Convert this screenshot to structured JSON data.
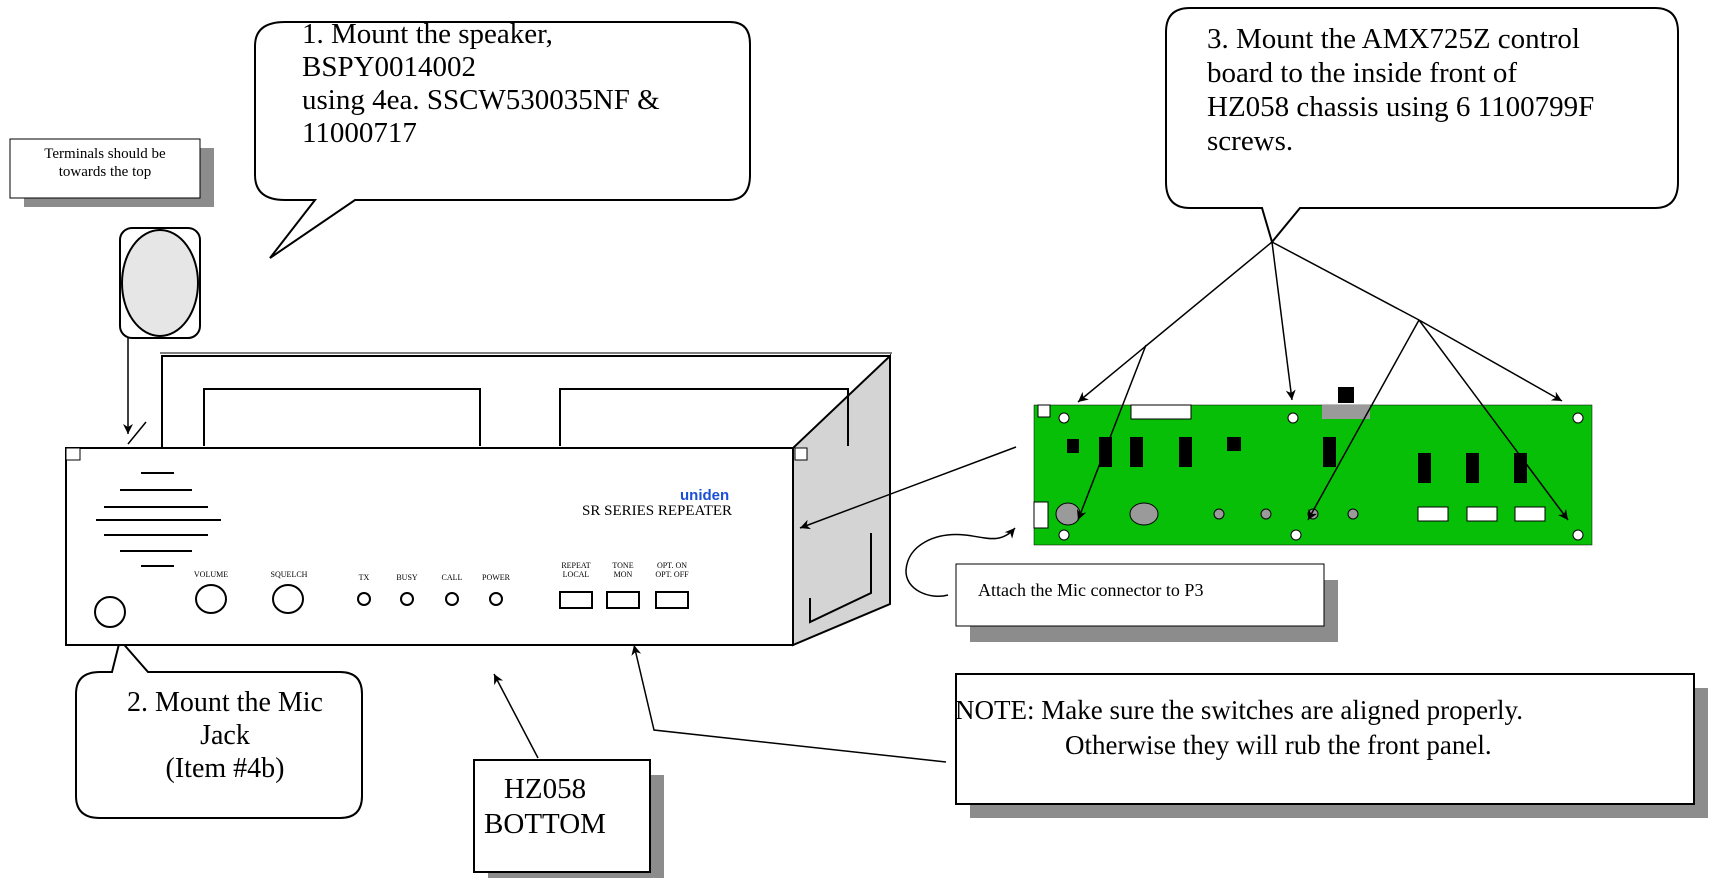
{
  "callouts": {
    "step1": [
      "1. Mount the speaker,",
      "BSPY0014002",
      "using 4ea. SSCW530035NF &",
      "11000717"
    ],
    "step2": [
      "2. Mount the Mic",
      "Jack",
      "(Item #4b)"
    ],
    "step3": [
      "3. Mount the AMX725Z control",
      "board to the inside front of",
      "HZ058 chassis using 6 1100799F",
      "screws."
    ]
  },
  "labels": {
    "terminals": [
      "Terminals should be",
      "towards the top"
    ],
    "hz058": [
      "HZ058",
      "BOTTOM"
    ],
    "mic_connector": "Attach the Mic connector to P3",
    "note_line1": "NOTE: Make sure the switches are aligned properly.",
    "note_line2": "Otherwise they will rub the front panel."
  },
  "front_panel": {
    "brand": "uniden",
    "model": "SR SERIES REPEATER",
    "knobs": [
      "VOLUME",
      "SQUELCH"
    ],
    "leds": [
      "TX",
      "BUSY",
      "CALL",
      "POWER"
    ],
    "switches": [
      [
        "REPEAT",
        "LOCAL"
      ],
      [
        "TONE",
        "MON"
      ],
      [
        "OPT. ON",
        "OPT. OFF"
      ]
    ]
  },
  "colors": {
    "board_green": "#08bf08",
    "panel_side": "#d4d4d4",
    "shadow": "#8c8c8c",
    "speaker_fill": "#e6e6e6",
    "brand_blue": "#1a4fd6"
  }
}
